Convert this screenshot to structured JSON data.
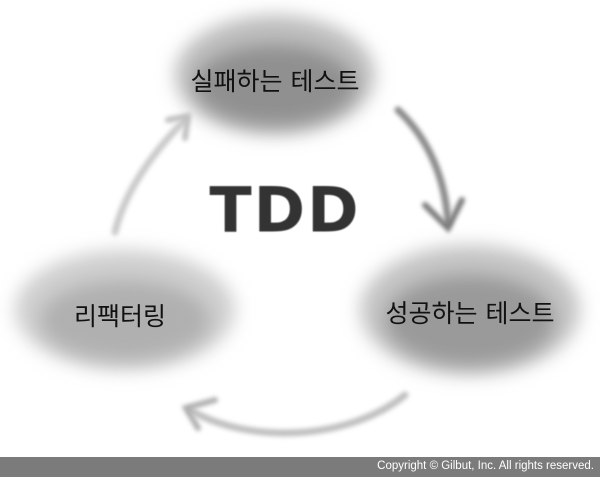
{
  "diagram": {
    "center": "TDD",
    "nodes": [
      "실패하는 테스트",
      "성공하는 테스트",
      "리팩터링"
    ]
  },
  "footer": {
    "copyright": "Copyright © Gilbut, Inc. All rights reserved."
  },
  "colors": {
    "blob": "#9a9a9a",
    "arrow": "#b5b5b5",
    "footer": "#7b7b7b"
  }
}
